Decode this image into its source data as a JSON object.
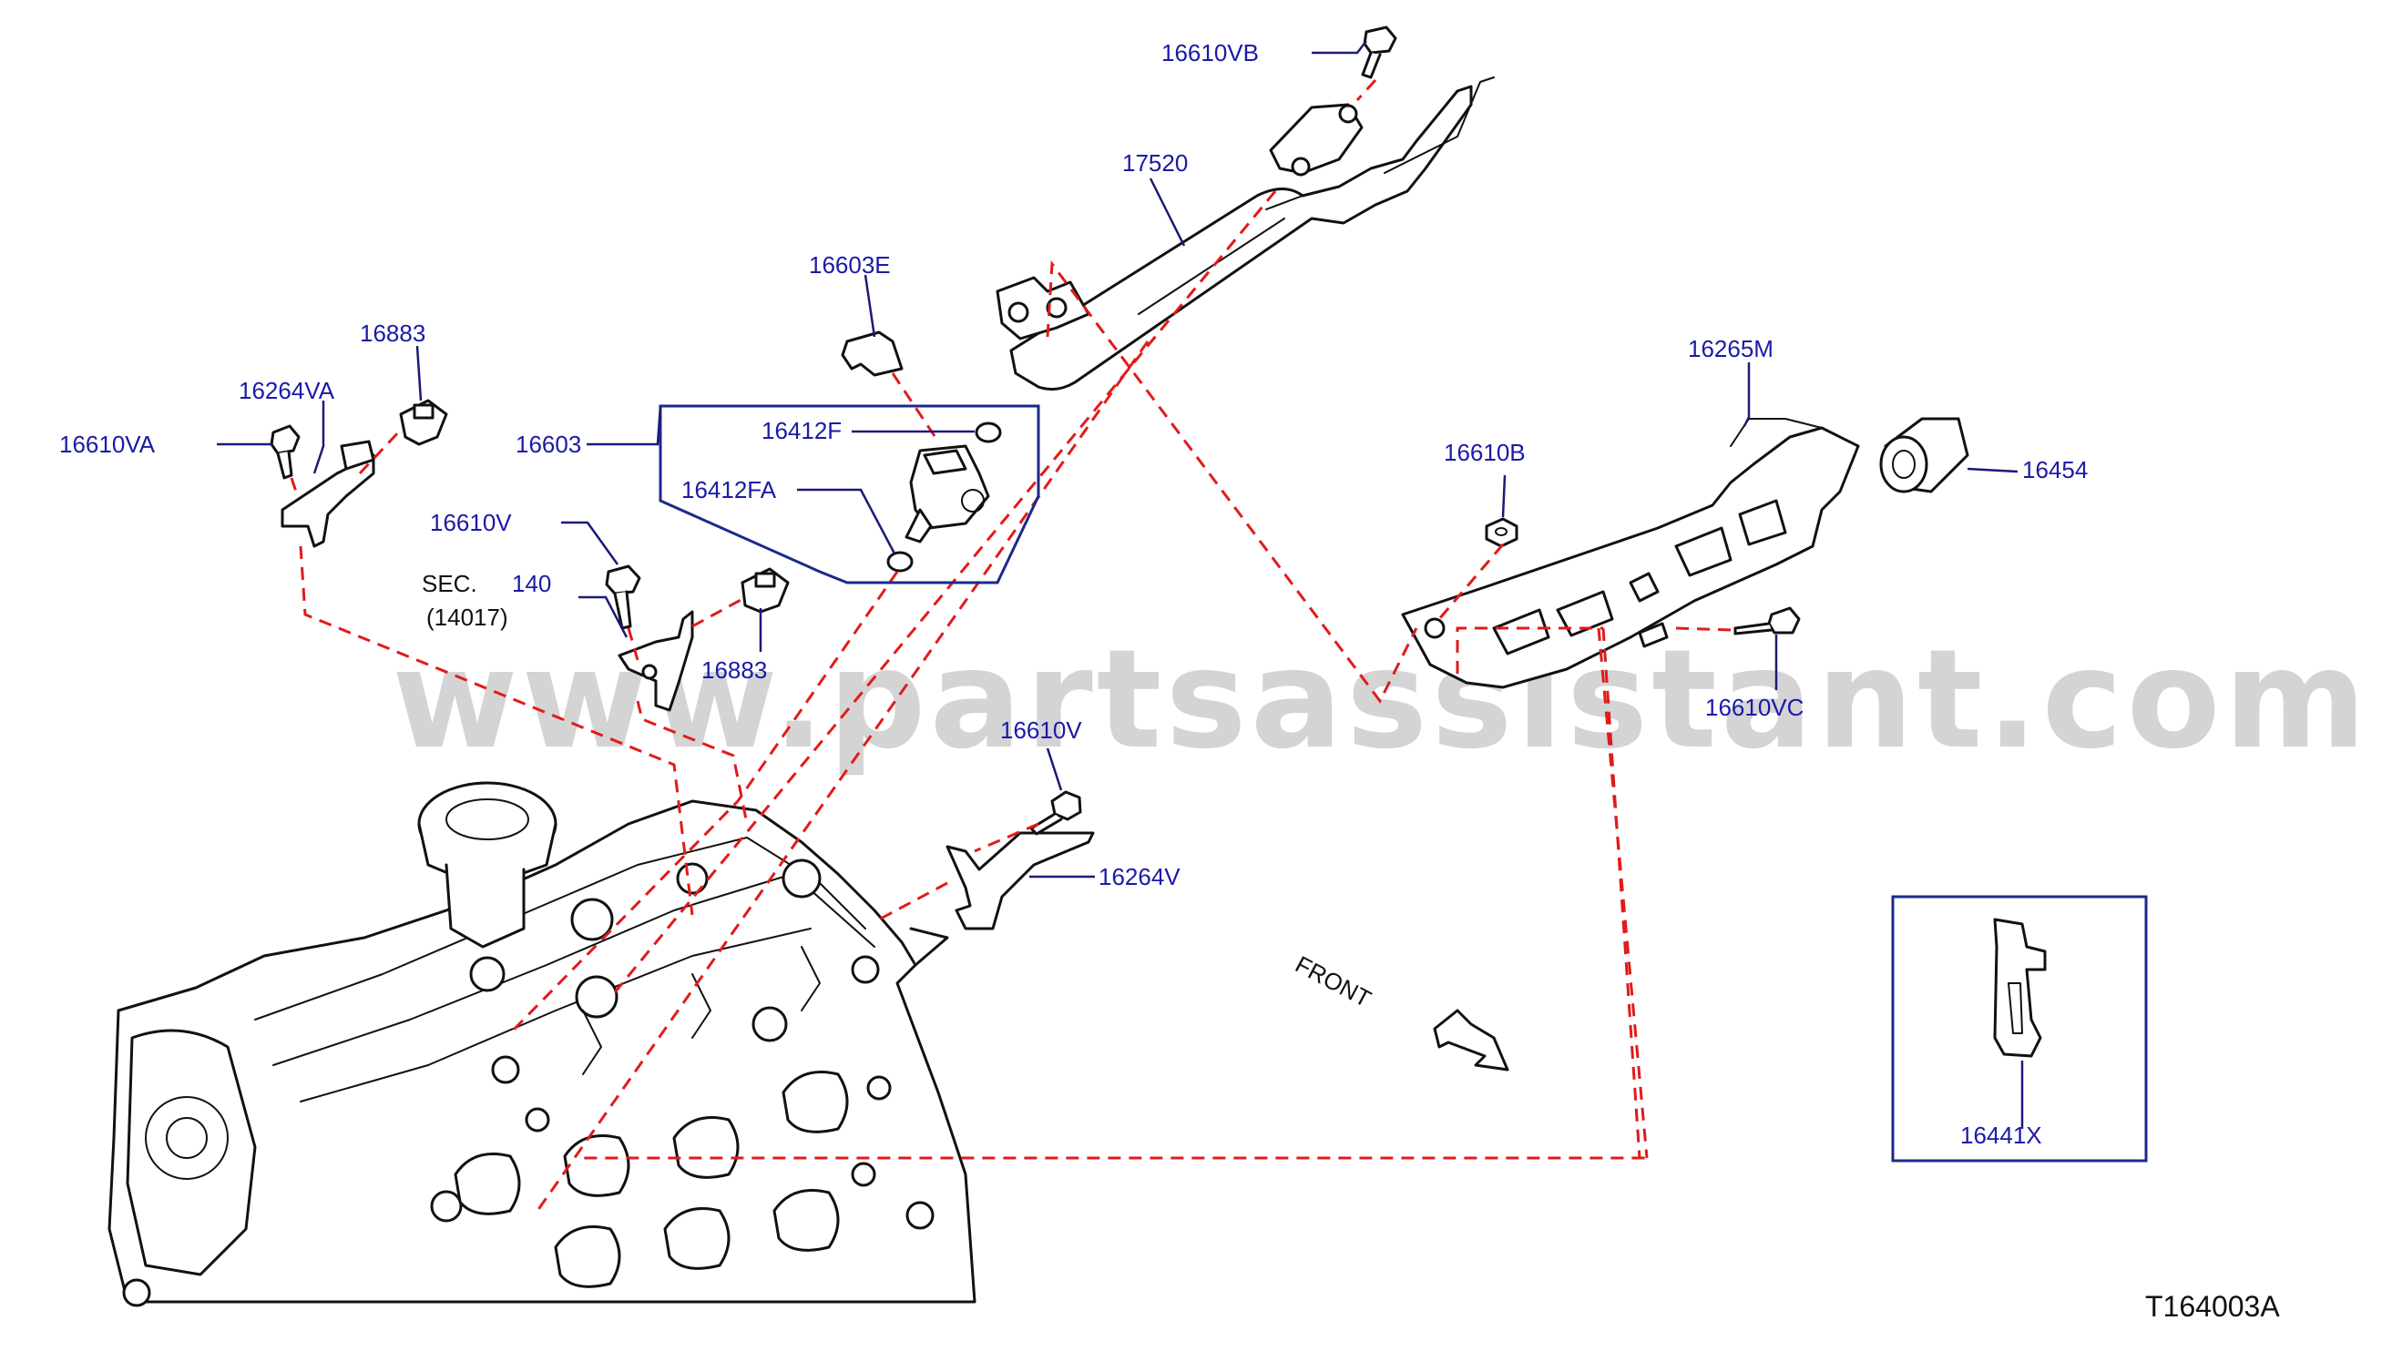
{
  "watermark": "www.partsassistant.com",
  "diagram_code": "T164003A",
  "front_label": "FRONT",
  "section_ref": {
    "prefix": "SEC.",
    "number": "140",
    "sub": "(14017)"
  },
  "labels": {
    "l16610VB": "16610VB",
    "l17520": "17520",
    "l16603E": "16603E",
    "l16883a": "16883",
    "l16264VA": "16264VA",
    "l16610VA": "16610VA",
    "l16603": "16603",
    "l16412F": "16412F",
    "l16412FA": "16412FA",
    "l16610V": "16610V",
    "l16883b": "16883",
    "l16265M": "16265M",
    "l16454": "16454",
    "l16610B": "16610B",
    "l16610VC": "16610VC",
    "l16610V2": "16610V",
    "l16264V": "16264V",
    "l16441X": "16441X"
  },
  "colors": {
    "label": "#1a1aa8",
    "leader": "#1a1a7a",
    "dashed_link": "#e01b1b",
    "watermark": "#d4d4d4"
  }
}
